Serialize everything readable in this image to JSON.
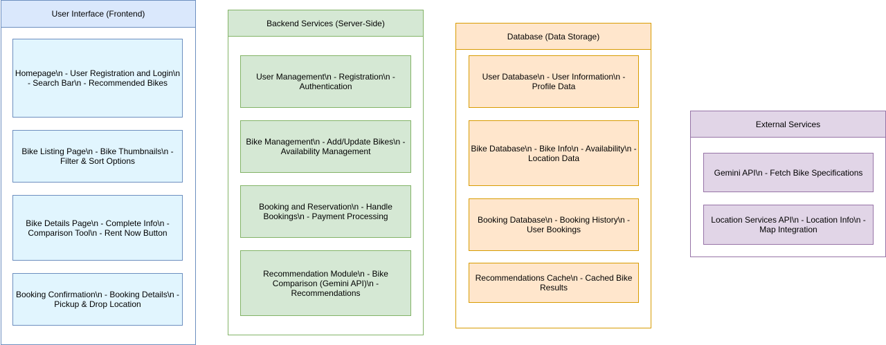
{
  "frontend": {
    "title": "User Interface (Frontend)",
    "boxes": [
      "Homepage\\n - User Registration and Login\\n - Search Bar\\n - Recommended Bikes",
      "Bike Listing Page\\n - Bike Thumbnails\\n - Filter & Sort Options",
      "Bike Details Page\\n - Complete Info\\n - Comparison Tool\\n - Rent Now Button",
      "Booking Confirmation\\n - Booking Details\\n - Pickup & Drop Location"
    ]
  },
  "backend": {
    "title": "Backend Services (Server-Side)",
    "boxes": [
      "User Management\\n - Registration\\n - Authentication",
      "Bike Management\\n - Add/Update Bikes\\n - Availability Management",
      "Booking and Reservation\\n - Handle Bookings\\n - Payment Processing",
      "Recommendation Module\\n - Bike Comparison (Gemini API)\\n - Recommendations"
    ]
  },
  "database": {
    "title": "Database (Data Storage)",
    "boxes": [
      "User Database\\n - User Information\\n - Profile Data",
      "Bike Database\\n - Bike Info\\n - Availability\\n - Location Data",
      "Booking Database\\n - Booking History\\n - User Bookings",
      "Recommendations Cache\\n - Cached Bike Results"
    ]
  },
  "external": {
    "title": "External Services",
    "boxes": [
      "Gemini API\\n - Fetch Bike Specifications",
      "Location Services API\\n - Location Info\\n - Map Integration"
    ]
  },
  "colors": {
    "frontend_border": "#6c8ebf",
    "frontend_fill": "#e1f5fe",
    "backend_border": "#82b366",
    "backend_fill": "#d5e8d4",
    "database_border": "#d79b00",
    "database_fill": "#ffe6cc",
    "external_border": "#9673a6",
    "external_fill": "#e1d5e7"
  }
}
